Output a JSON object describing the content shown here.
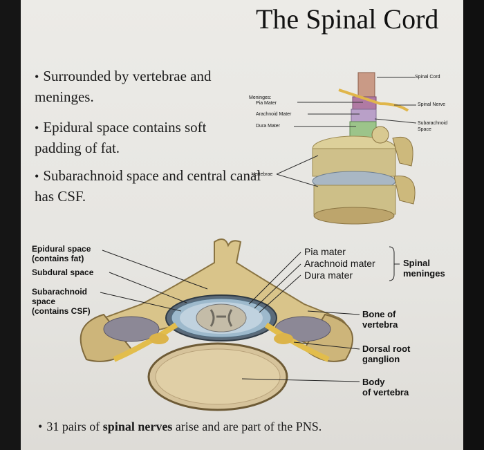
{
  "slide": {
    "title": "The Spinal Cord",
    "bullets": [
      "Surrounded by vertebrae and meninges.",
      "Epidural space contains soft padding of fat.",
      "Subarachnoid space and central canal has CSF."
    ],
    "bottom_bullet": {
      "part1": "31 pairs of ",
      "bold": "spinal nerves",
      "part2": " arise and are part of the PNS."
    }
  },
  "top_figure": {
    "spinal_cord": "Spinal Cord",
    "meninges": "Meninges:",
    "pia_mater": "Pia Mater",
    "arachnoid_mater": "Arachnoid Mater",
    "dura_mater": "Dura Mater",
    "spinal_nerve": "Spinal Nerve",
    "subarachnoid_space": "Subarachnoid Space",
    "vertebrae": "Vertebrae"
  },
  "bottom_figure": {
    "epidural_space": "Epidural space",
    "contains_fat": "(contains fat)",
    "subdural_space": "Subdural space",
    "subarachnoid": "Subarachnoid",
    "space": "space",
    "contains_csf": "(contains CSF)",
    "pia_mater": "Pia mater",
    "arachnoid_mater": "Arachnoid mater",
    "dura_mater": "Dura mater",
    "spinal": "Spinal",
    "meninges": "meninges",
    "bone_of": "Bone of",
    "vertebra": "vertebra",
    "dorsal_root": "Dorsal root",
    "ganglion": "ganglion",
    "body": "Body",
    "of_vertebra": "of vertebra"
  },
  "colors": {
    "bone": "#d9c48a",
    "bone_dark": "#a98c4e",
    "spinal_cord": "#b7b0a2",
    "nerve": "#e8c24a",
    "csf_blue": "#8fb3c9",
    "disc": "#8e98a8"
  }
}
